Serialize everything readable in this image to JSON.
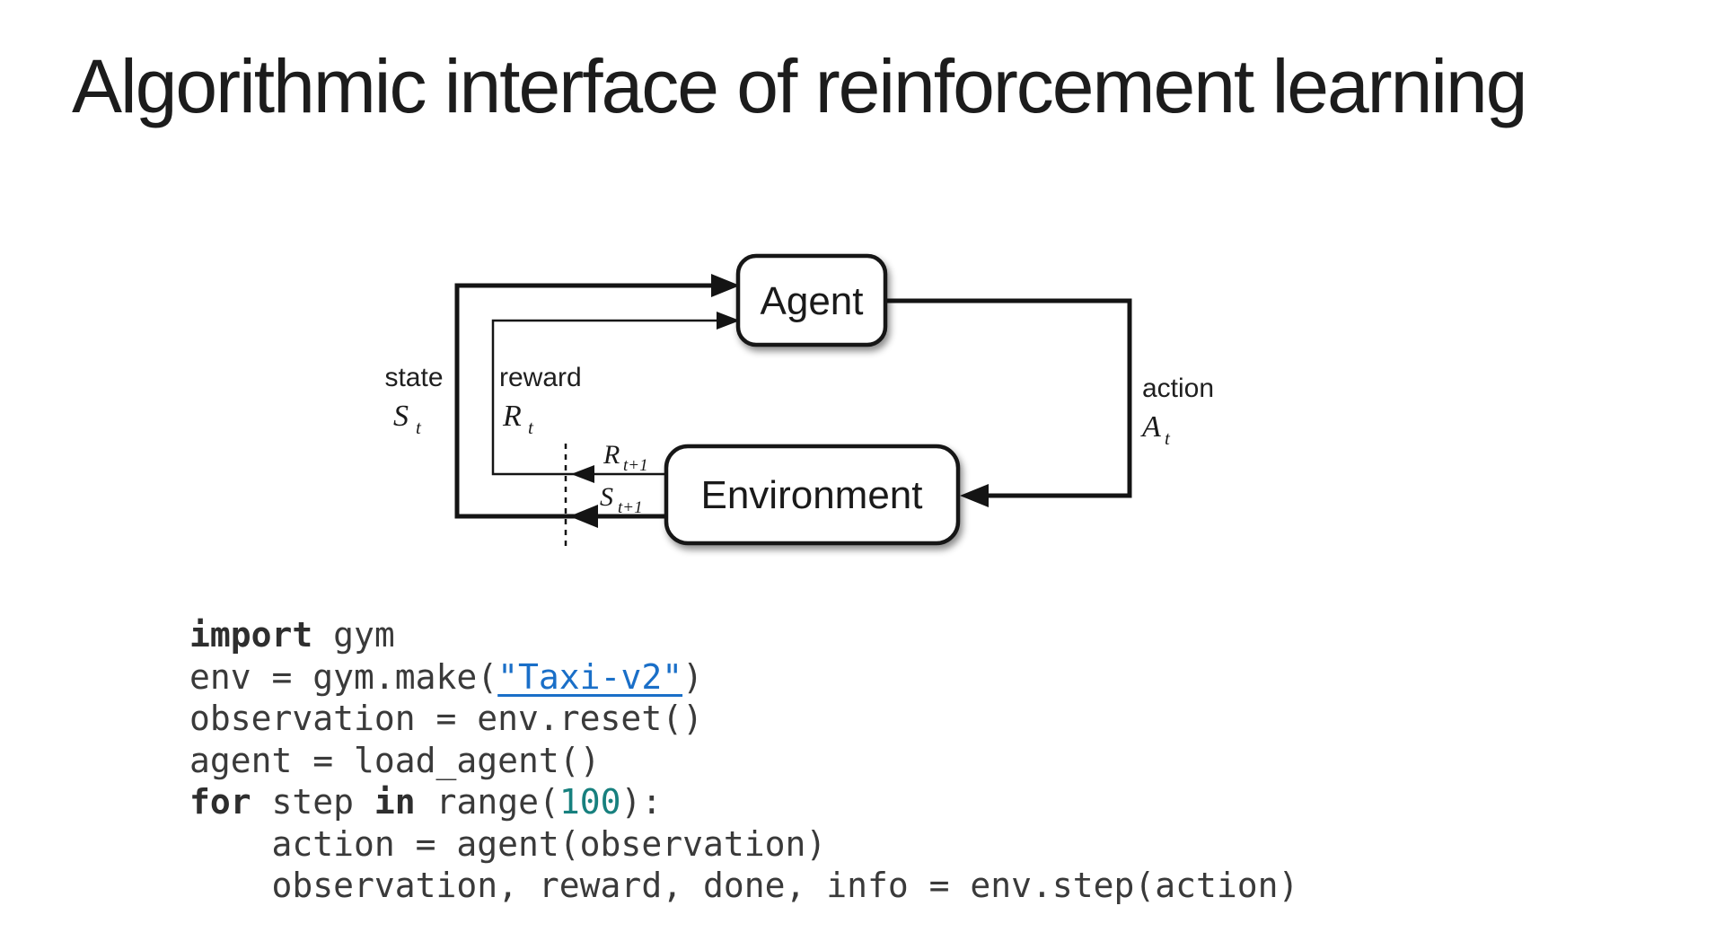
{
  "slide": {
    "title": "Algorithmic interface of reinforcement learning"
  },
  "diagram": {
    "agent_label": "Agent",
    "environment_label": "Environment",
    "state": {
      "label": "state",
      "symbol": "S",
      "sub": "t"
    },
    "reward": {
      "label": "reward",
      "symbol": "R",
      "sub": "t"
    },
    "action": {
      "label": "action",
      "symbol": "A",
      "sub": "t"
    },
    "next_reward": {
      "symbol": "R",
      "sub": "t+1"
    },
    "next_state": {
      "symbol": "S",
      "sub": "t+1"
    },
    "colors": {
      "line": "#141414",
      "box_fill": "#ffffff"
    }
  },
  "code": {
    "colors": {
      "plain": "#3a3a3a",
      "keyword": "#2e2e2e",
      "string_link": "#1a6fc8",
      "number": "#17807e"
    },
    "lines": [
      [
        {
          "t": "import",
          "k": "kw"
        },
        {
          "t": " gym",
          "k": "pl"
        }
      ],
      [
        {
          "t": "env = gym.make(",
          "k": "pl"
        },
        {
          "t": "\"Taxi-v2\"",
          "k": "str"
        },
        {
          "t": ")",
          "k": "pl"
        }
      ],
      [
        {
          "t": "observation = env.reset()",
          "k": "pl"
        }
      ],
      [
        {
          "t": "agent = load_agent()",
          "k": "pl"
        }
      ],
      [
        {
          "t": "for",
          "k": "kw"
        },
        {
          "t": " step ",
          "k": "pl"
        },
        {
          "t": "in",
          "k": "kw"
        },
        {
          "t": " range(",
          "k": "pl"
        },
        {
          "t": "100",
          "k": "num"
        },
        {
          "t": "):",
          "k": "pl"
        }
      ],
      [
        {
          "t": "    action = agent(observation)",
          "k": "pl"
        }
      ],
      [
        {
          "t": "    observation, reward, done, info = env.step(action)",
          "k": "pl"
        }
      ]
    ]
  }
}
